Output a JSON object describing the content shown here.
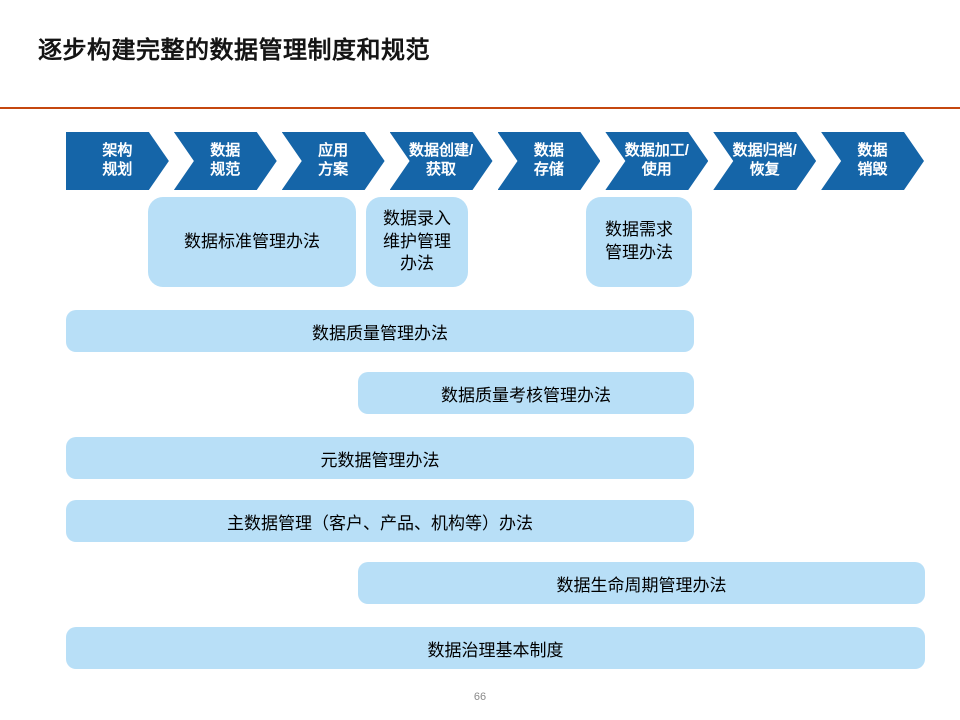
{
  "slide": {
    "title": "逐步构建完整的数据管理制度和规范",
    "page_number": "66"
  },
  "flow": {
    "stages": [
      {
        "label": "架构\n规划"
      },
      {
        "label": "数据\n规范"
      },
      {
        "label": "应用\n方案"
      },
      {
        "label": "数据创建/\n获取"
      },
      {
        "label": "数据\n存储"
      },
      {
        "label": "数据加工/\n使用"
      },
      {
        "label": "数据归档/\n恢复"
      },
      {
        "label": "数据\n销毁"
      }
    ]
  },
  "policies": {
    "row1": [
      {
        "label": "数据标准管理办法"
      },
      {
        "label": "数据录入\n维护管理\n办法"
      },
      {
        "label": "数据需求\n管理办法"
      }
    ],
    "bars": [
      {
        "label": "数据质量管理办法"
      },
      {
        "label": "数据质量考核管理办法"
      },
      {
        "label": "元数据管理办法"
      },
      {
        "label": "主数据管理（客户、产品、机构等）办法"
      },
      {
        "label": "数据生命周期管理办法"
      },
      {
        "label": "数据治理基本制度"
      }
    ]
  },
  "colors": {
    "flow_blue": "#1565A8",
    "box_light_blue": "#B8DFF7",
    "divider_orange": "#C5470F"
  }
}
